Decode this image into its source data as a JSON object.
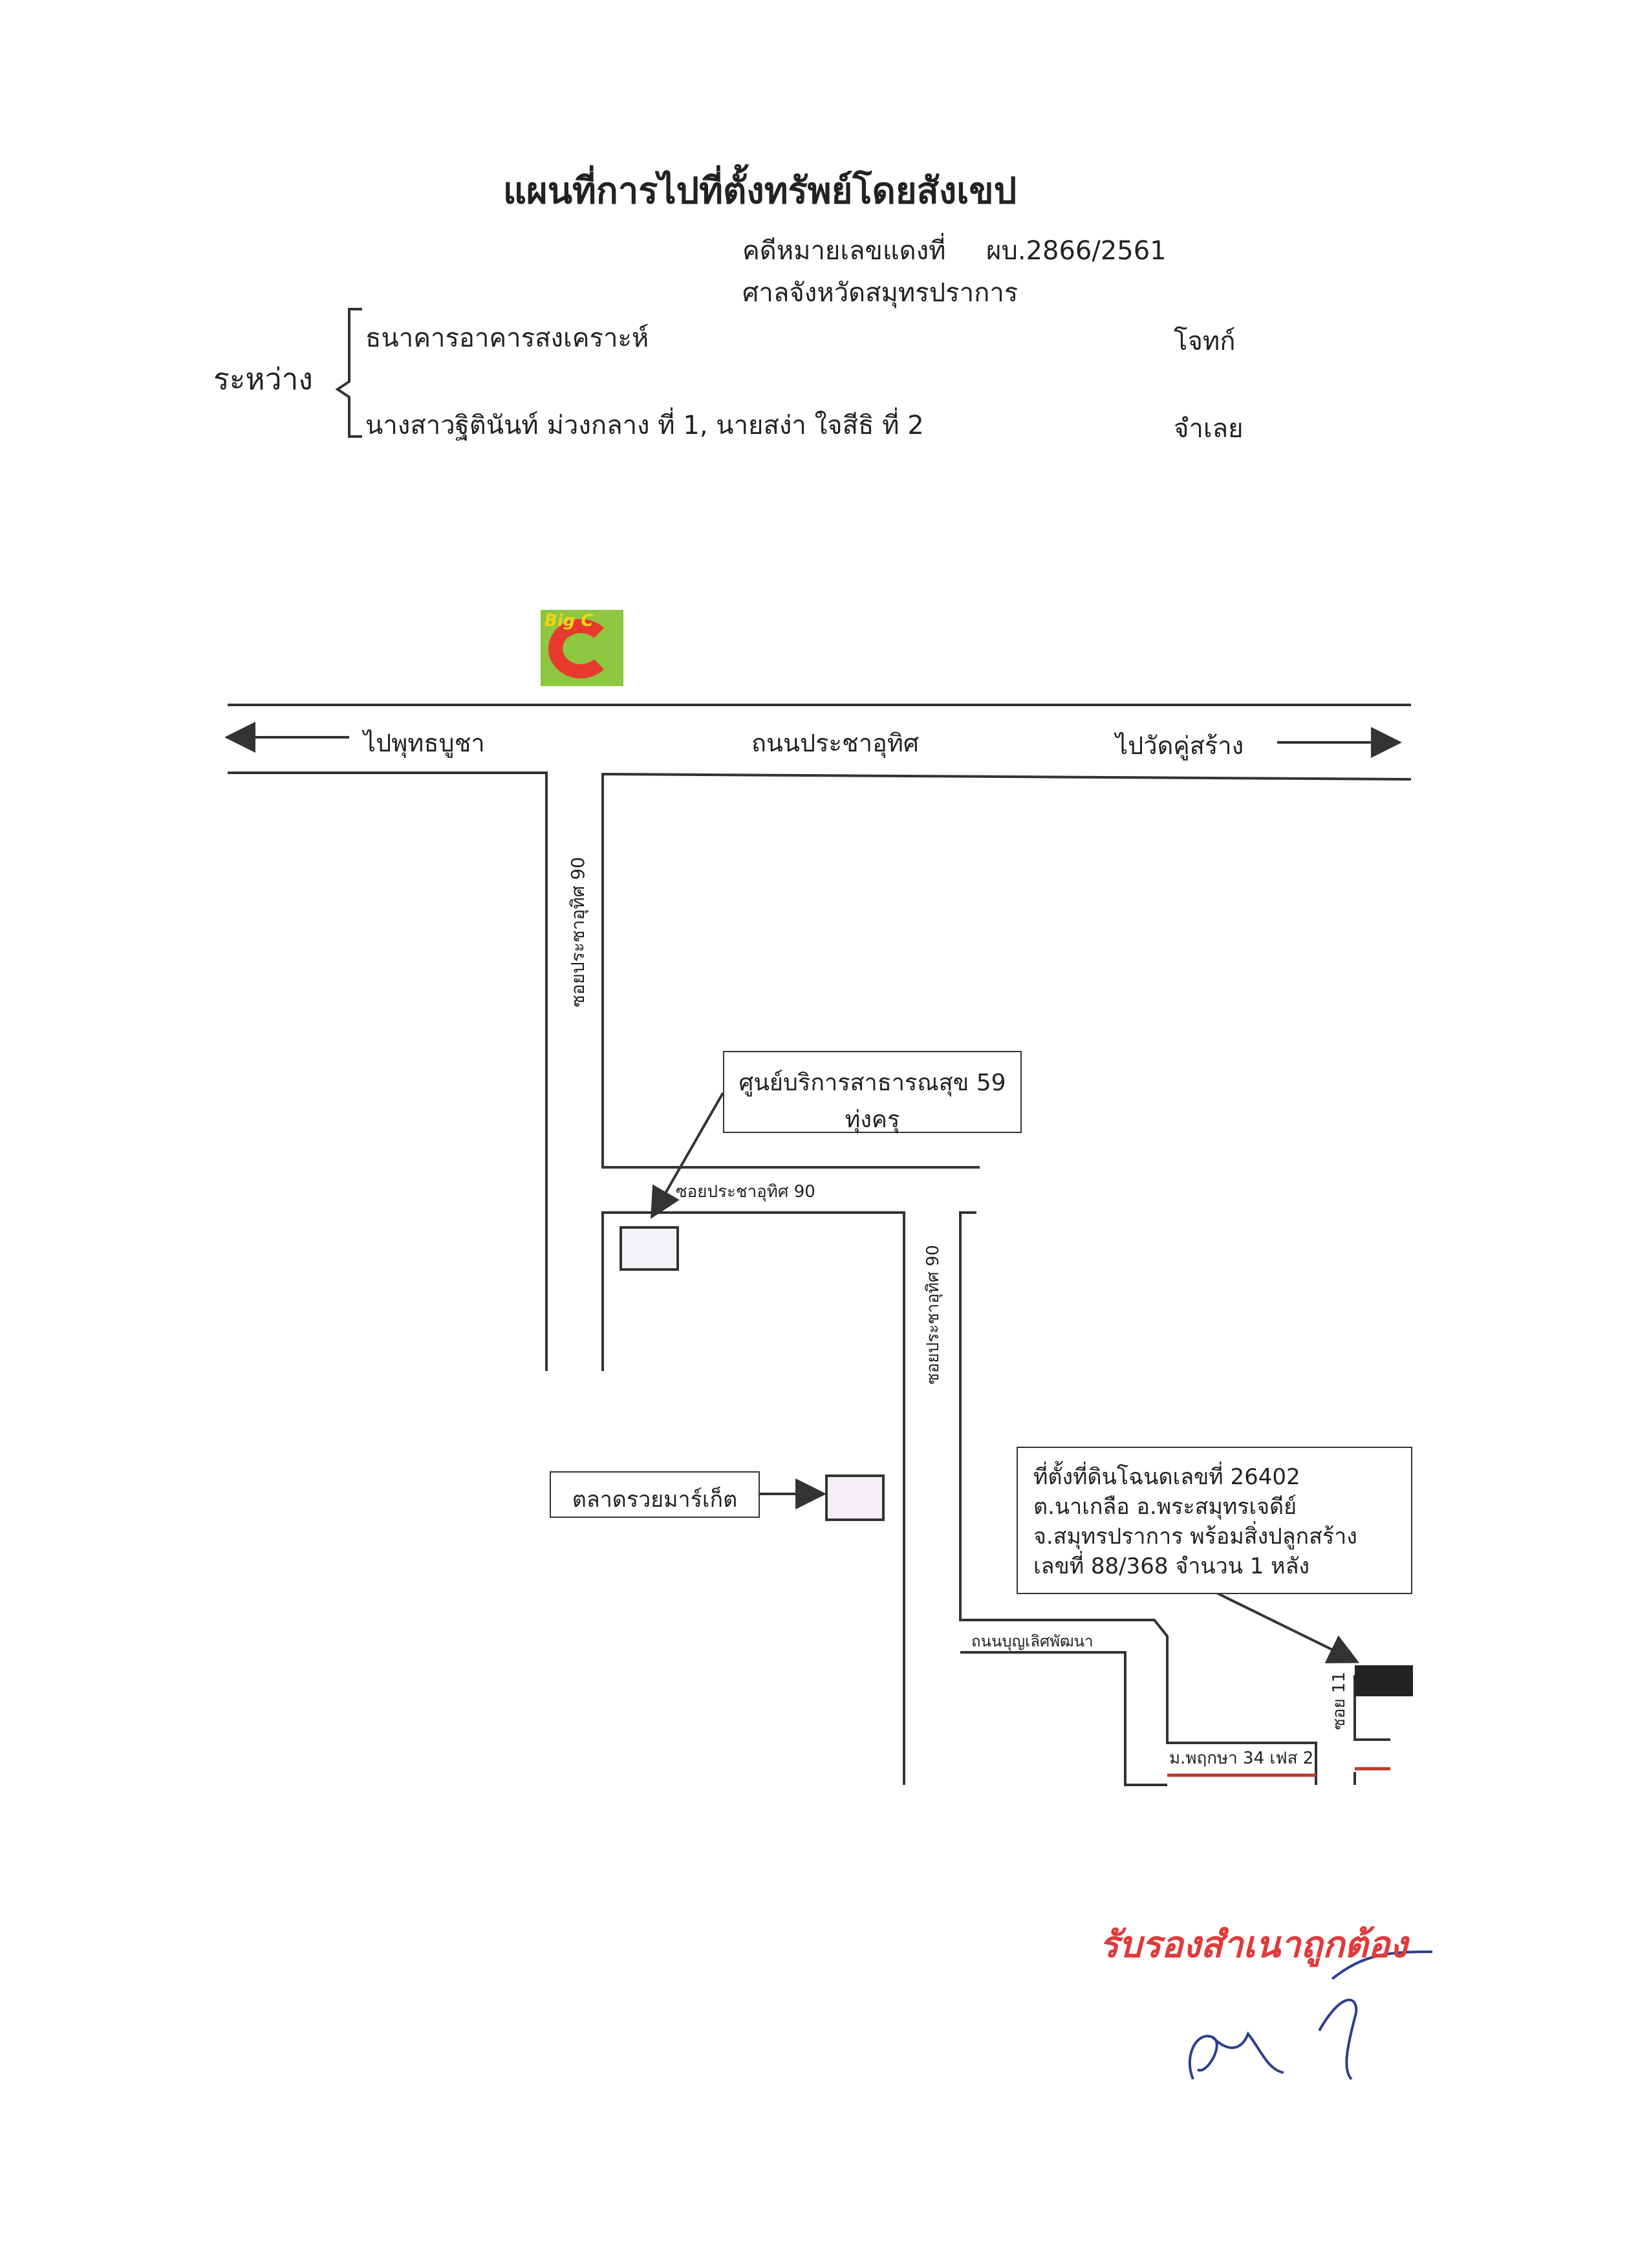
{
  "title": "แผนที่การไปที่ตั้งทรัพย์โดยสังเขป",
  "case": {
    "red_case_label": "คดีหมายเลขแดงที่",
    "red_case_number": "ผบ.2866/2561",
    "court": "ศาลจังหวัดสมุทรปราการ"
  },
  "parties": {
    "between_label": "ระหว่าง",
    "plaintiff_name": "ธนาคารอาคารสงเคราะห์",
    "plaintiff_role": "โจทก์",
    "defendant_name": "นางสาวฐิตินันท์ ม่วงกลาง ที่ 1, นายสง่า ใจสีธิ ที่ 2",
    "defendant_role": "จำเลย"
  },
  "map": {
    "logo_text": "Big C",
    "main_road": "ถนนประชาอุทิศ",
    "left_direction": "ไปพุทธบูชา",
    "right_direction": "ไปวัดคู่สร้าง",
    "soi_vertical_1": "ซอยประชาอุทิศ 90",
    "soi_horizontal": "ซอยประชาอุทิศ 90",
    "soi_vertical_2": "ซอยประชาอุทิศ 90",
    "health_center": [
      "ศูนย์บริการสาธารณสุข 59",
      "ทุ่งครุ"
    ],
    "market": "ตลาดรวยมาร์เก็ต",
    "property_lines": [
      "ที่ตั้งที่ดินโฉนดเลขที่ 26402",
      "ต.นาเกลือ อ.พระสมุทรเจดีย์",
      "จ.สมุทรปราการ พร้อมสิ่งปลูกสร้าง",
      "เลขที่ 88/368 จำนวน 1 หลัง"
    ],
    "road_boonlert": "ถนนบุญเลิศพัฒนา",
    "soi_11": "ซอย 11",
    "village": "ม.พฤกษา 34 เฟส 2"
  },
  "certification": {
    "stamp_text": "รับรองสำเนาถูกต้อง"
  },
  "colors": {
    "line": "#333333",
    "stamp": "#e03a3a",
    "signature": "#2b3f8f",
    "box_fill": "#f4f4f8"
  }
}
